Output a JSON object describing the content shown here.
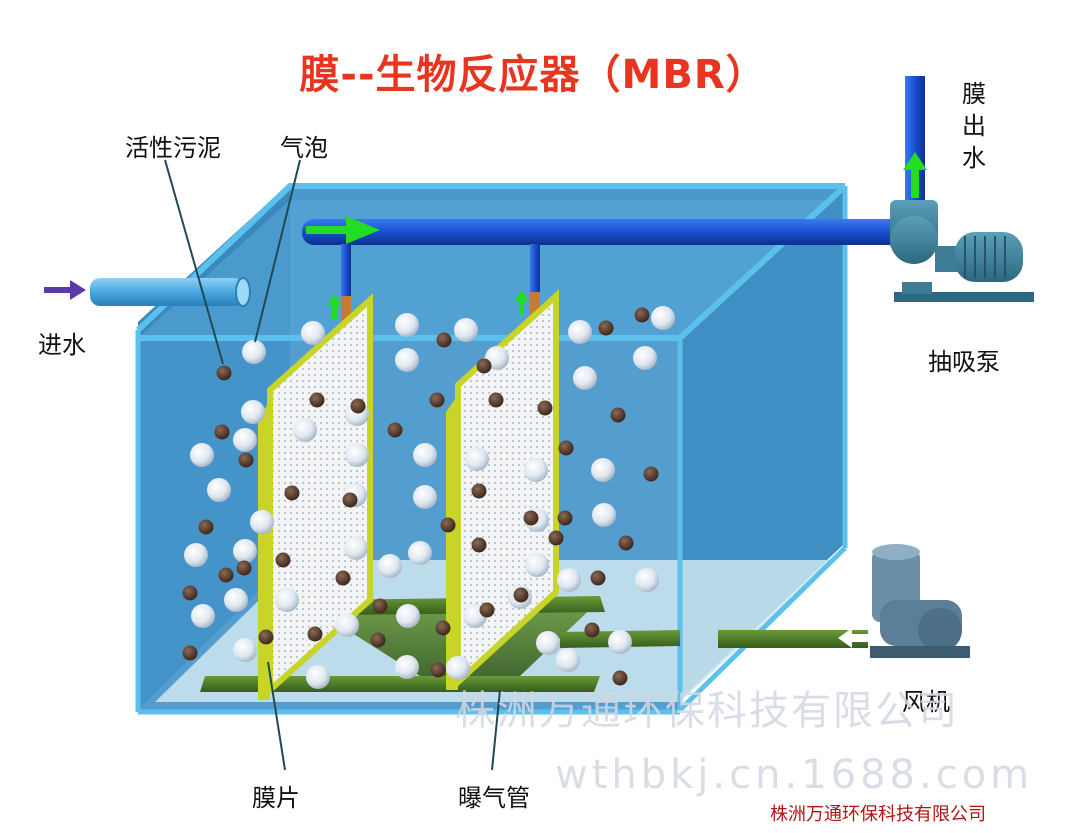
{
  "title": "膜--生物反应器（MBR）",
  "labels": {
    "sludge": "活性污泥",
    "bubble": "气泡",
    "inlet": "进水",
    "outlet": "膜出水",
    "pump": "抽吸泵",
    "blower": "风机",
    "membrane": "膜片",
    "aeration": "曝气管"
  },
  "watermarks": {
    "company_large": "株洲万通环保科技有限公司",
    "site": "wthbkj.cn.1688.com"
  },
  "company_footer": "株洲万通环保科技有限公司",
  "colors": {
    "title": "#e8351f",
    "tank_water": "#3f8fc4",
    "tank_rim": "#5bc0ec",
    "pipe": "#1a4fd0",
    "flow_arrow": "#22dd22",
    "inlet_arrow": "#5a3aa8",
    "membrane_frame": "#c8d428",
    "aeration_pipe": "#4a7a2a",
    "sludge_particle": "#4a2e22",
    "bubble": "#e8eef5",
    "footer_text": "#b31414"
  }
}
